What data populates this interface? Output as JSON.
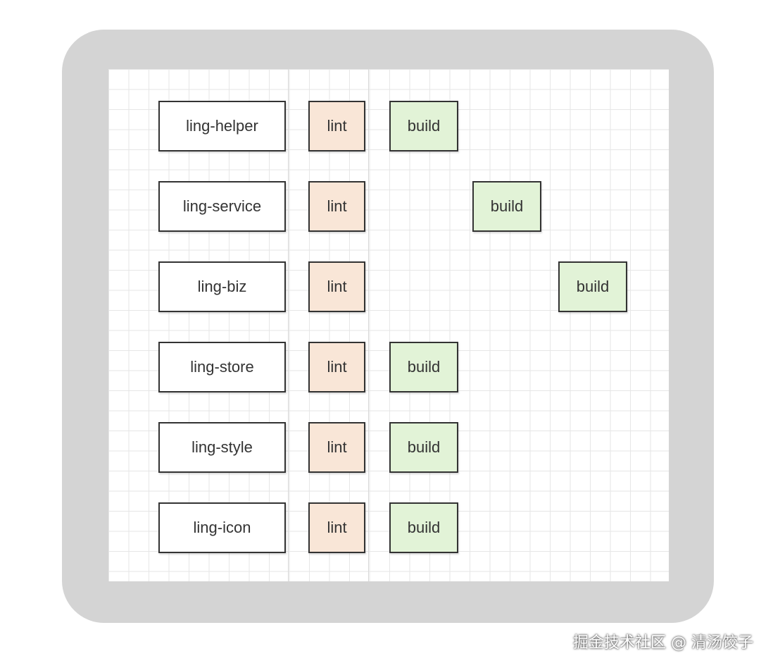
{
  "diagram": {
    "rows": [
      {
        "package": "ling-helper",
        "lint": "lint",
        "build": "build",
        "build_column": 1
      },
      {
        "package": "ling-service",
        "lint": "lint",
        "build": "build",
        "build_column": 2
      },
      {
        "package": "ling-biz",
        "lint": "lint",
        "build": "build",
        "build_column": 3
      },
      {
        "package": "ling-store",
        "lint": "lint",
        "build": "build",
        "build_column": 1
      },
      {
        "package": "ling-style",
        "lint": "lint",
        "build": "build",
        "build_column": 1
      },
      {
        "package": "ling-icon",
        "lint": "lint",
        "build": "build",
        "build_column": 1
      }
    ],
    "colors": {
      "frame": "#d4d4d4",
      "lint_fill": "#f9e6d7",
      "build_fill": "#e2f3d7",
      "border": "#333333"
    }
  },
  "watermark": "掘金技术社区 @ 清汤饺子"
}
